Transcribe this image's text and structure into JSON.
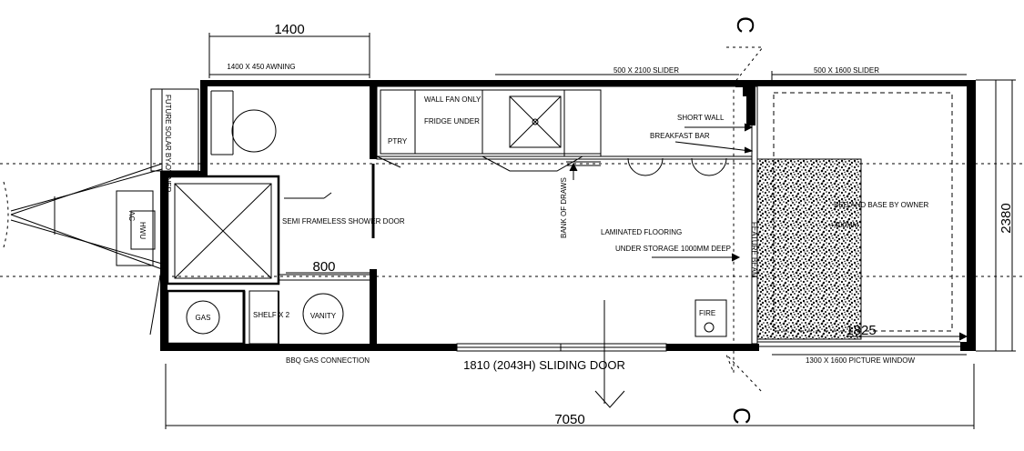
{
  "plan": {
    "dimensions": {
      "top_awning_width": "1400",
      "overall_length": "7050",
      "overall_width": "2380",
      "shower_width": "800",
      "bed_width": "1825"
    },
    "labels": {
      "awning": "1400 X 450 AWNING",
      "slider_main": "500 X 2100 SLIDER",
      "slider_bedroom": "500 X 1600 SLIDER",
      "future_solar": "FUTURE SOLAR BY OWNER",
      "wall_fan": "WALL FAN ONLY",
      "fridge": "FRIDGE UNDER",
      "pantry": "PTRY",
      "short_wall": "SHORT WALL",
      "breakfast_bar": "BREAKFAST BAR",
      "shower_door": "SEMI FRAMELESS SHOWER DOOR",
      "bank_of_draws": "BANK OF DRAWS",
      "ac": "AC",
      "hwu": "HWU",
      "laminated_flooring": "LAMINATED FLOORING",
      "under_storage": "UNDER STORAGE 1000MM DEEP",
      "feature_beam": "FEATURE BEAM",
      "bed": "BED AND BASE BY OWNER",
      "bed_height": "+400MM",
      "gas": "GAS",
      "shelf": "SHELF X 2",
      "vanity": "VANITY",
      "fire": "FIRE",
      "bbq": "BBQ GAS CONNECTION",
      "sliding_door": "1810 (2043H) SLIDING DOOR",
      "picture_window": "1300 X 1600 PICTURE WINDOW",
      "section_top": "C",
      "section_bottom": "C"
    }
  }
}
